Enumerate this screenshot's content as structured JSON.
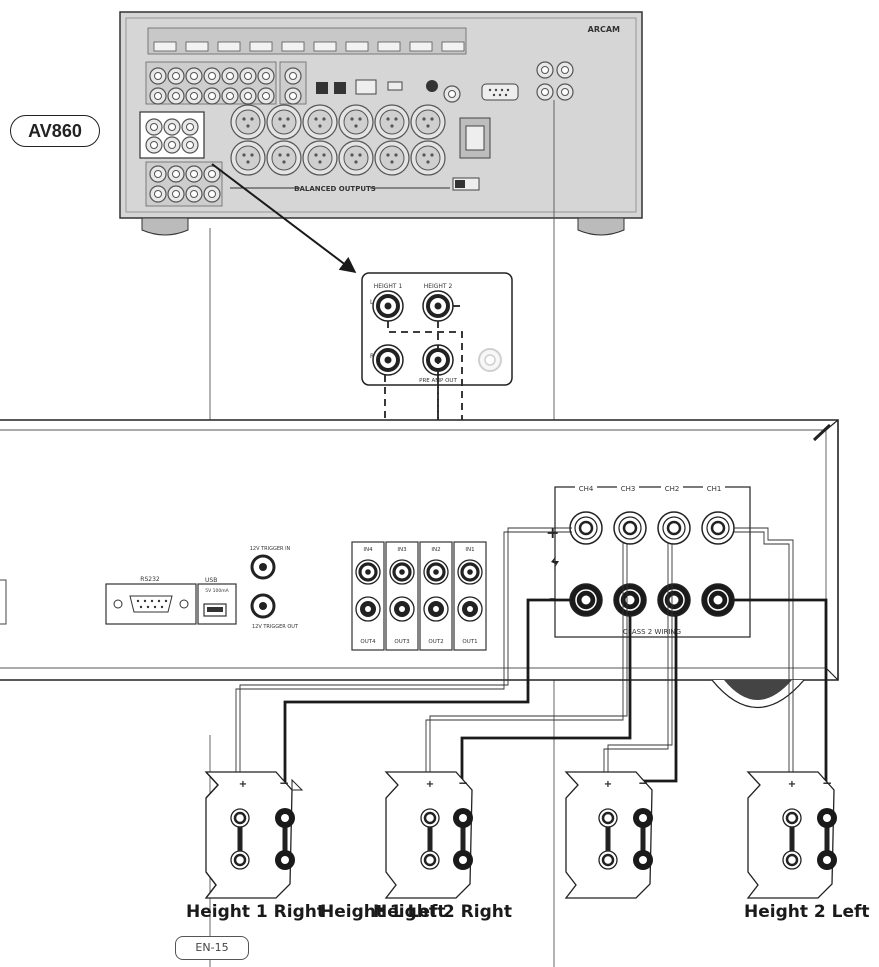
{
  "diagram": {
    "source_device": "AV860",
    "brand": "ARCAM",
    "balanced_outputs_label": "BALANCED OUTPUTS",
    "zoom_labels": {
      "height_1": "HEIGHT 1",
      "height_2": "HEIGHT 2",
      "preamp_out": "PRE AMP OUT"
    },
    "amp_panel": {
      "rs232": "RS232",
      "usb": "USB",
      "usb_spec": "5V 100mA",
      "trigger_in": "12V TRIGGER IN",
      "trigger_out": "12V TRIGGER OUT",
      "channel_headers": [
        "CH4",
        "CH3",
        "CH2",
        "CH1"
      ],
      "input_labels": [
        "IN4",
        "IN3",
        "IN2",
        "IN1"
      ],
      "output_labels": [
        "OUT4",
        "OUT3",
        "OUT2",
        "OUT1"
      ],
      "plus_sign": "+",
      "minus_sign": "-",
      "class2_wiring": "CLASS 2 WIRING"
    },
    "speakers": [
      {
        "name": "Height 1 Right",
        "plus": "+",
        "minus": "−"
      },
      {
        "name": "Height 1 Left",
        "plus": "+",
        "minus": "−"
      },
      {
        "name": "Height 2 Right",
        "plus": "+",
        "minus": "−"
      },
      {
        "name": "Height 2 Left",
        "plus": "+",
        "minus": "−"
      }
    ],
    "page_number": "EN-15",
    "colors": {
      "line": "#1a1a1a",
      "panel_fill": "#d6d6d6",
      "panel_dark": "#9a9a9a"
    }
  }
}
